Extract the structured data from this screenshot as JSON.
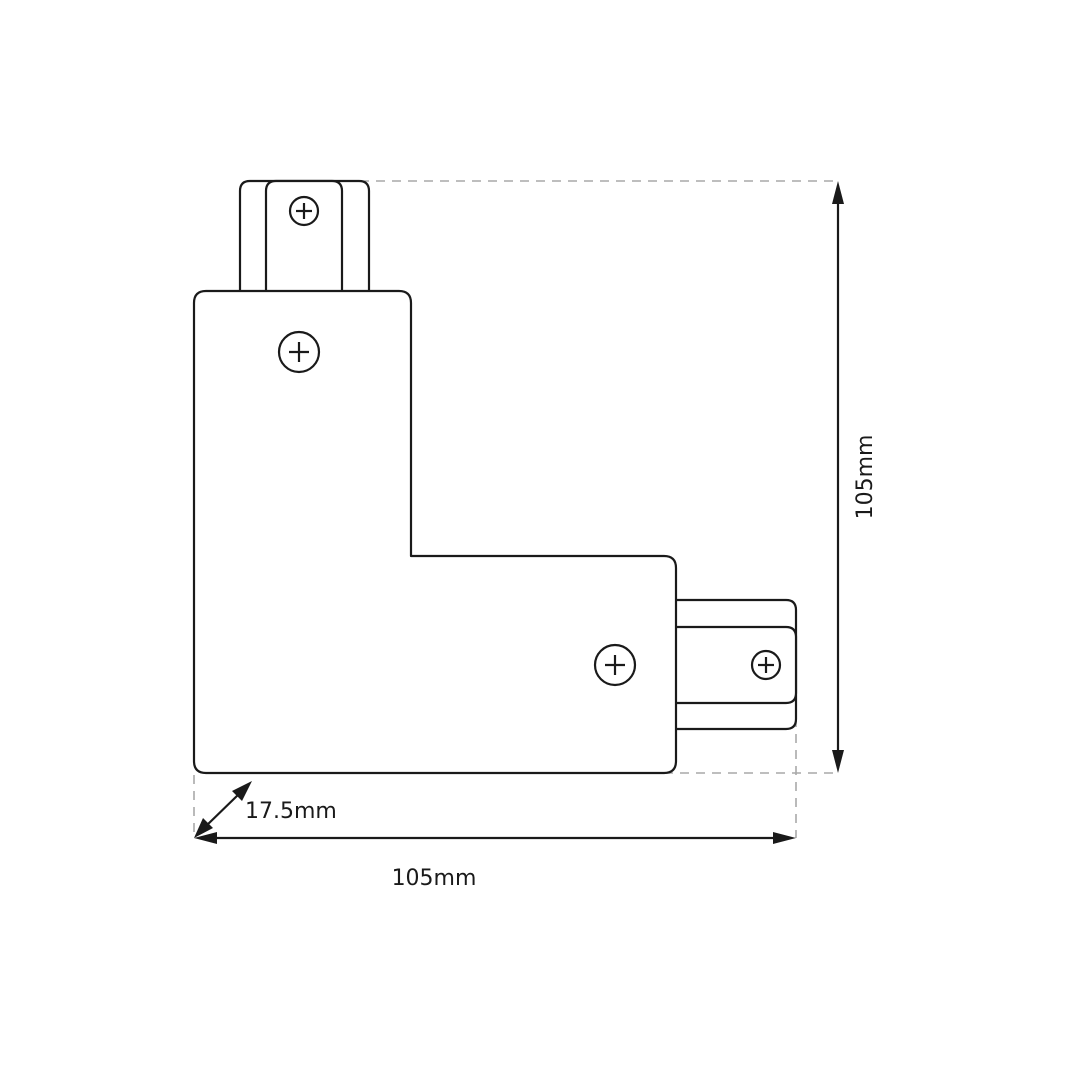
{
  "colors": {
    "outline": "#1a1a1a",
    "guide": "#a9a9a9",
    "background": "#ffffff"
  },
  "dimensions": {
    "height_label": "105mm",
    "width_label": "105mm",
    "depth_label": "17.5mm"
  }
}
